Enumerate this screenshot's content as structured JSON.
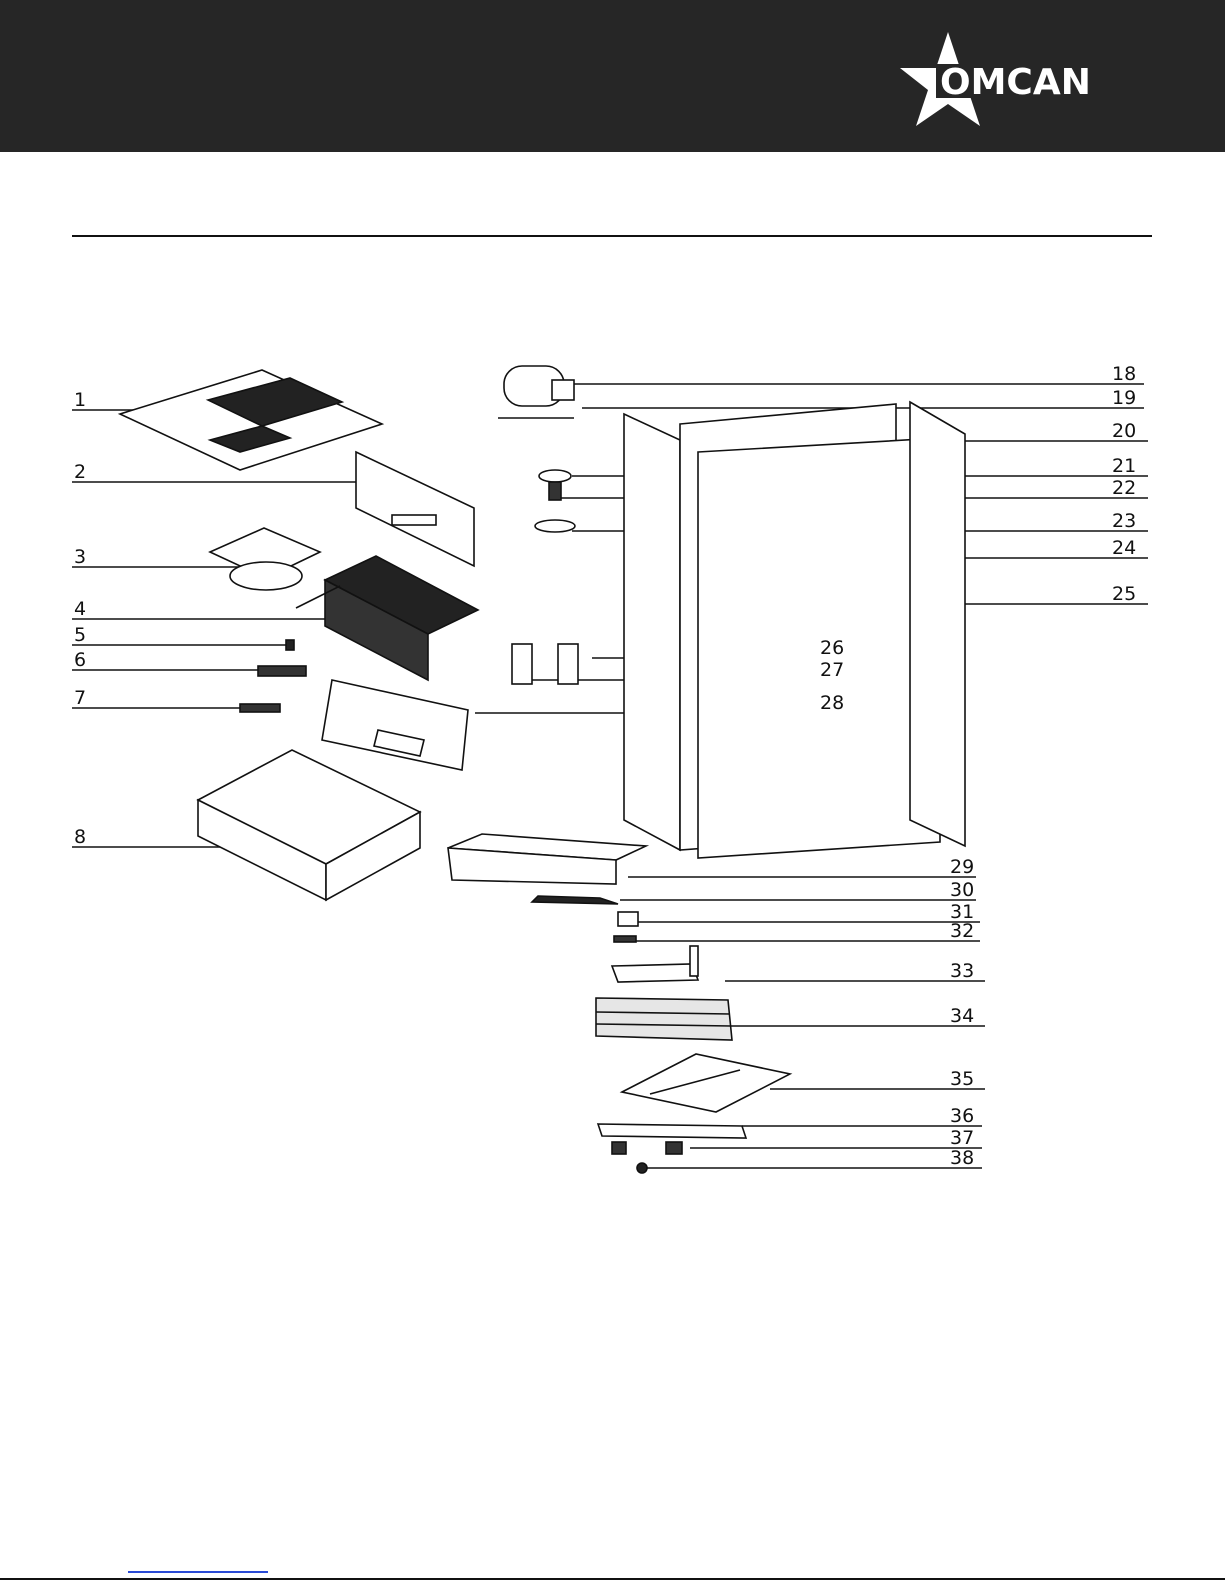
{
  "brand": {
    "logo_text": "OMCAN",
    "header_color": "#262626"
  },
  "diagram": {
    "part_numbers": [
      "1",
      "2",
      "3",
      "4",
      "5",
      "6",
      "7",
      "8",
      "18",
      "19",
      "20",
      "21",
      "22",
      "23",
      "24",
      "25",
      "26",
      "27",
      "28",
      "29",
      "30",
      "31",
      "32",
      "33",
      "34",
      "35",
      "36",
      "37",
      "38"
    ]
  }
}
